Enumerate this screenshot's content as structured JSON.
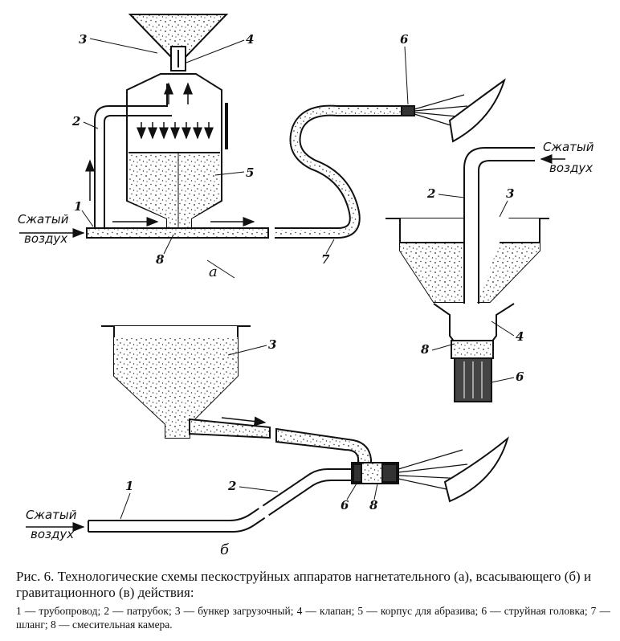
{
  "labels": {
    "n1": "1",
    "n2": "2",
    "n3": "3",
    "n4": "4",
    "n5": "5",
    "n6": "6",
    "n7": "7",
    "n8": "8"
  },
  "air_line1": "Сжатый",
  "air_line2": "воздух",
  "sub_a": "а",
  "sub_b": "б",
  "caption": "Рис. 6. Технологические схемы пескоструйных аппаратов нагнетательного (а), всасывающего (б) и гравитационного (в) действия:",
  "legend": "1 — трубопровод; 2 — патрубок; 3 — бункер загрузочный; 4 — клапан; 5 — корпус для абразива; 6 — струйная головка; 7 — шланг; 8 — смесительная камера."
}
